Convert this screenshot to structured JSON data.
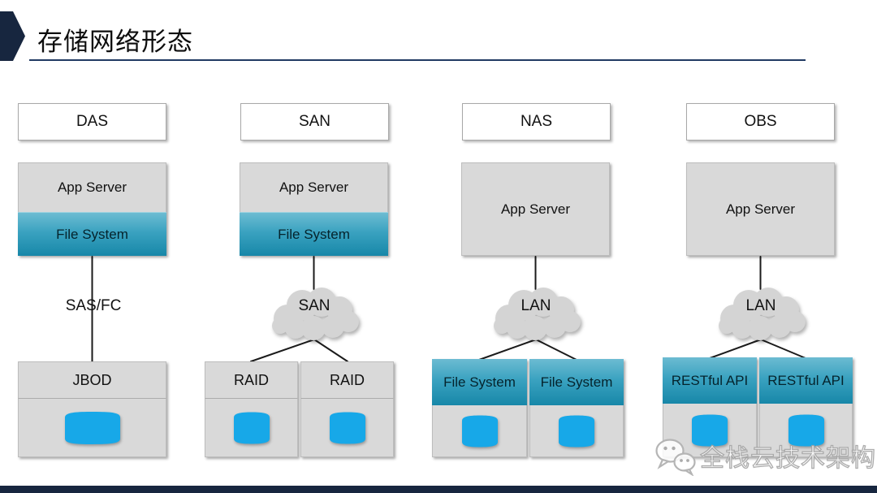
{
  "slide": {
    "title": "存储网络形态"
  },
  "das": {
    "name": "DAS",
    "app_server": "App Server",
    "file_system": "File System",
    "link_label": "SAS/FC",
    "storage_label": "JBOD"
  },
  "san": {
    "name": "SAN",
    "app_server": "App Server",
    "file_system": "File System",
    "cloud_label": "SAN",
    "raid_left": "RAID",
    "raid_right": "RAID"
  },
  "nas": {
    "name": "NAS",
    "app_server": "App Server",
    "cloud_label": "LAN",
    "fs_left": "File System",
    "fs_right": "File System"
  },
  "obs": {
    "name": "OBS",
    "app_server": "App Server",
    "cloud_label": "LAN",
    "api_left": "RESTful API",
    "api_right": "RESTful API"
  },
  "watermark": {
    "text": "全栈云技术架构",
    "icon": "wechat-icon"
  },
  "icons": {
    "storage_disk": "disk-icon",
    "network_cloud": "cloud-shape"
  },
  "colors": {
    "navy": "#17263f",
    "box_gray": "#d9d9d9",
    "teal_top": "#6cbcd2",
    "teal_bottom": "#1787a8",
    "disk_blue": "#17a8e8",
    "line_black": "#1b1b1b"
  }
}
